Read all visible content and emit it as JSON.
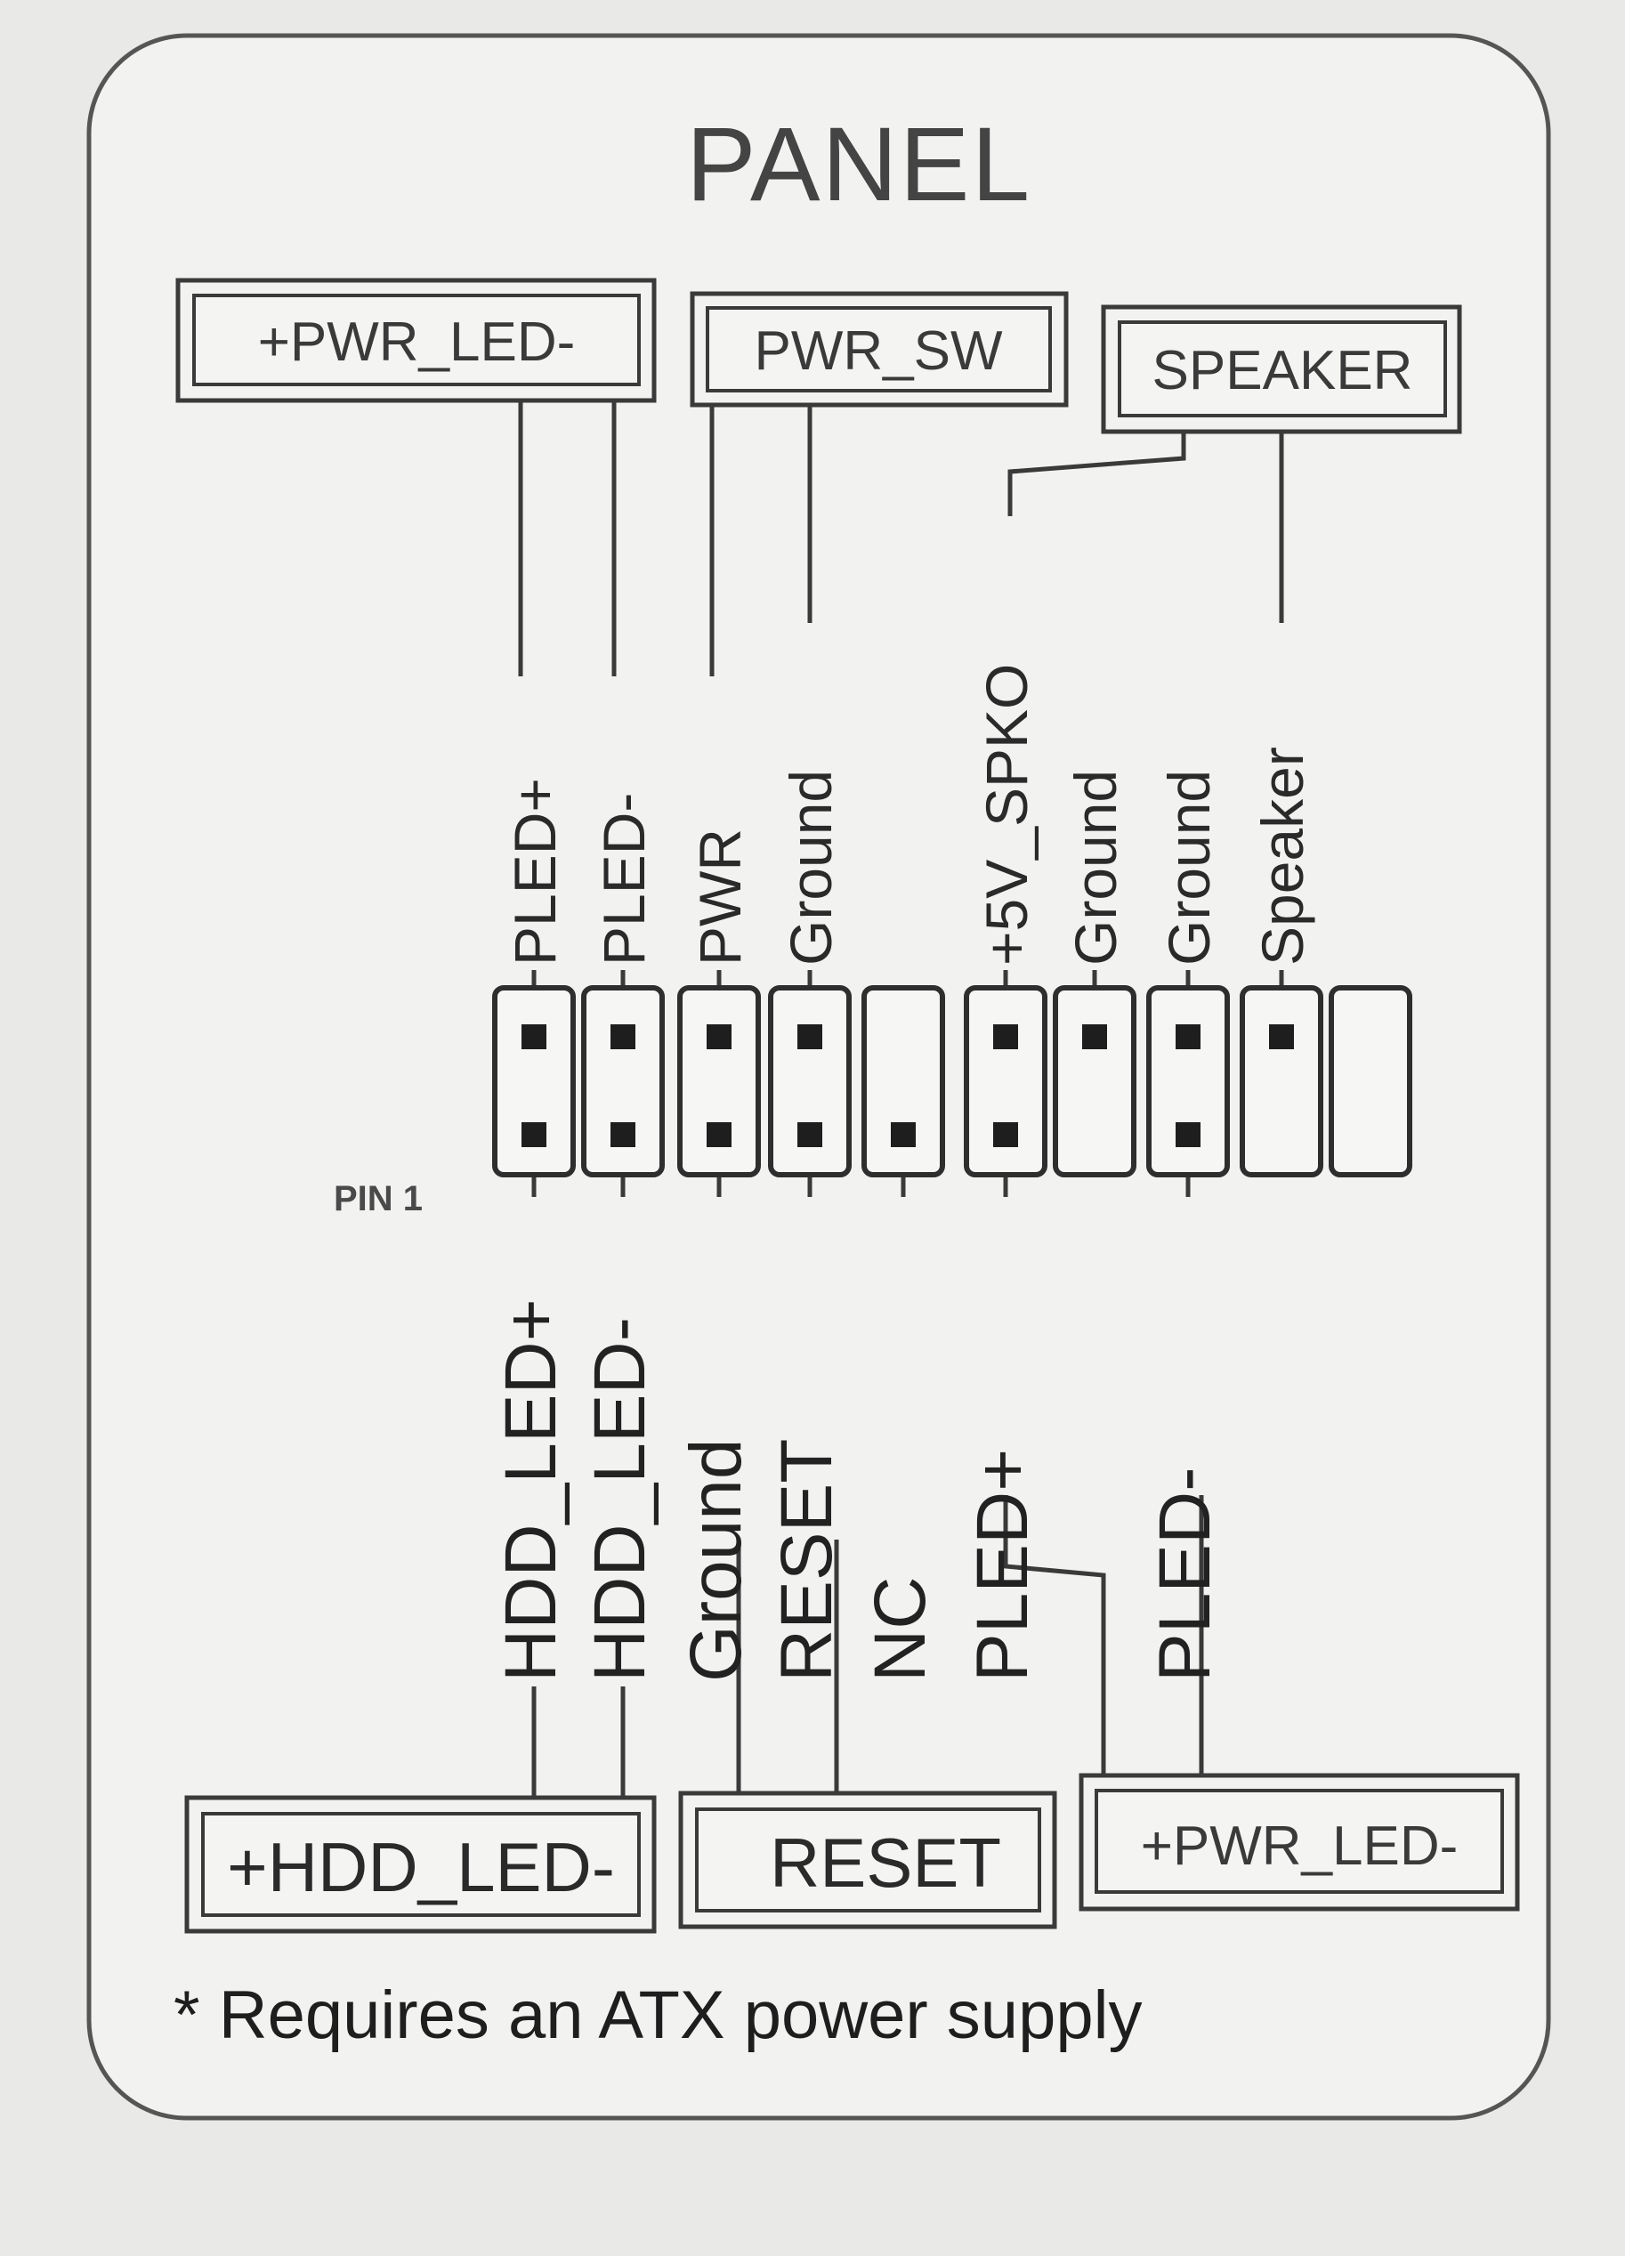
{
  "title": "PANEL",
  "top_boxes": {
    "pwr_led": "+PWR_LED-",
    "pwr_sw": "PWR_SW",
    "speaker": "SPEAKER"
  },
  "bottom_boxes": {
    "hdd_led": "+HDD_LED-",
    "reset": "RESET",
    "pwr_led": "+PWR_LED-"
  },
  "top_pins": [
    "PLED+",
    "PLED-",
    "PWR",
    "Ground",
    "",
    "+5V_SPKO",
    "Ground",
    "Ground",
    "Speaker",
    ""
  ],
  "bottom_pins": [
    "HDD_LED+",
    "HDD_LED-",
    "Ground",
    "RESET",
    "NC",
    "PLED+",
    "",
    "PLED-",
    "",
    ""
  ],
  "pin1_label": "PIN 1",
  "footnote": "* Requires an ATX power supply"
}
